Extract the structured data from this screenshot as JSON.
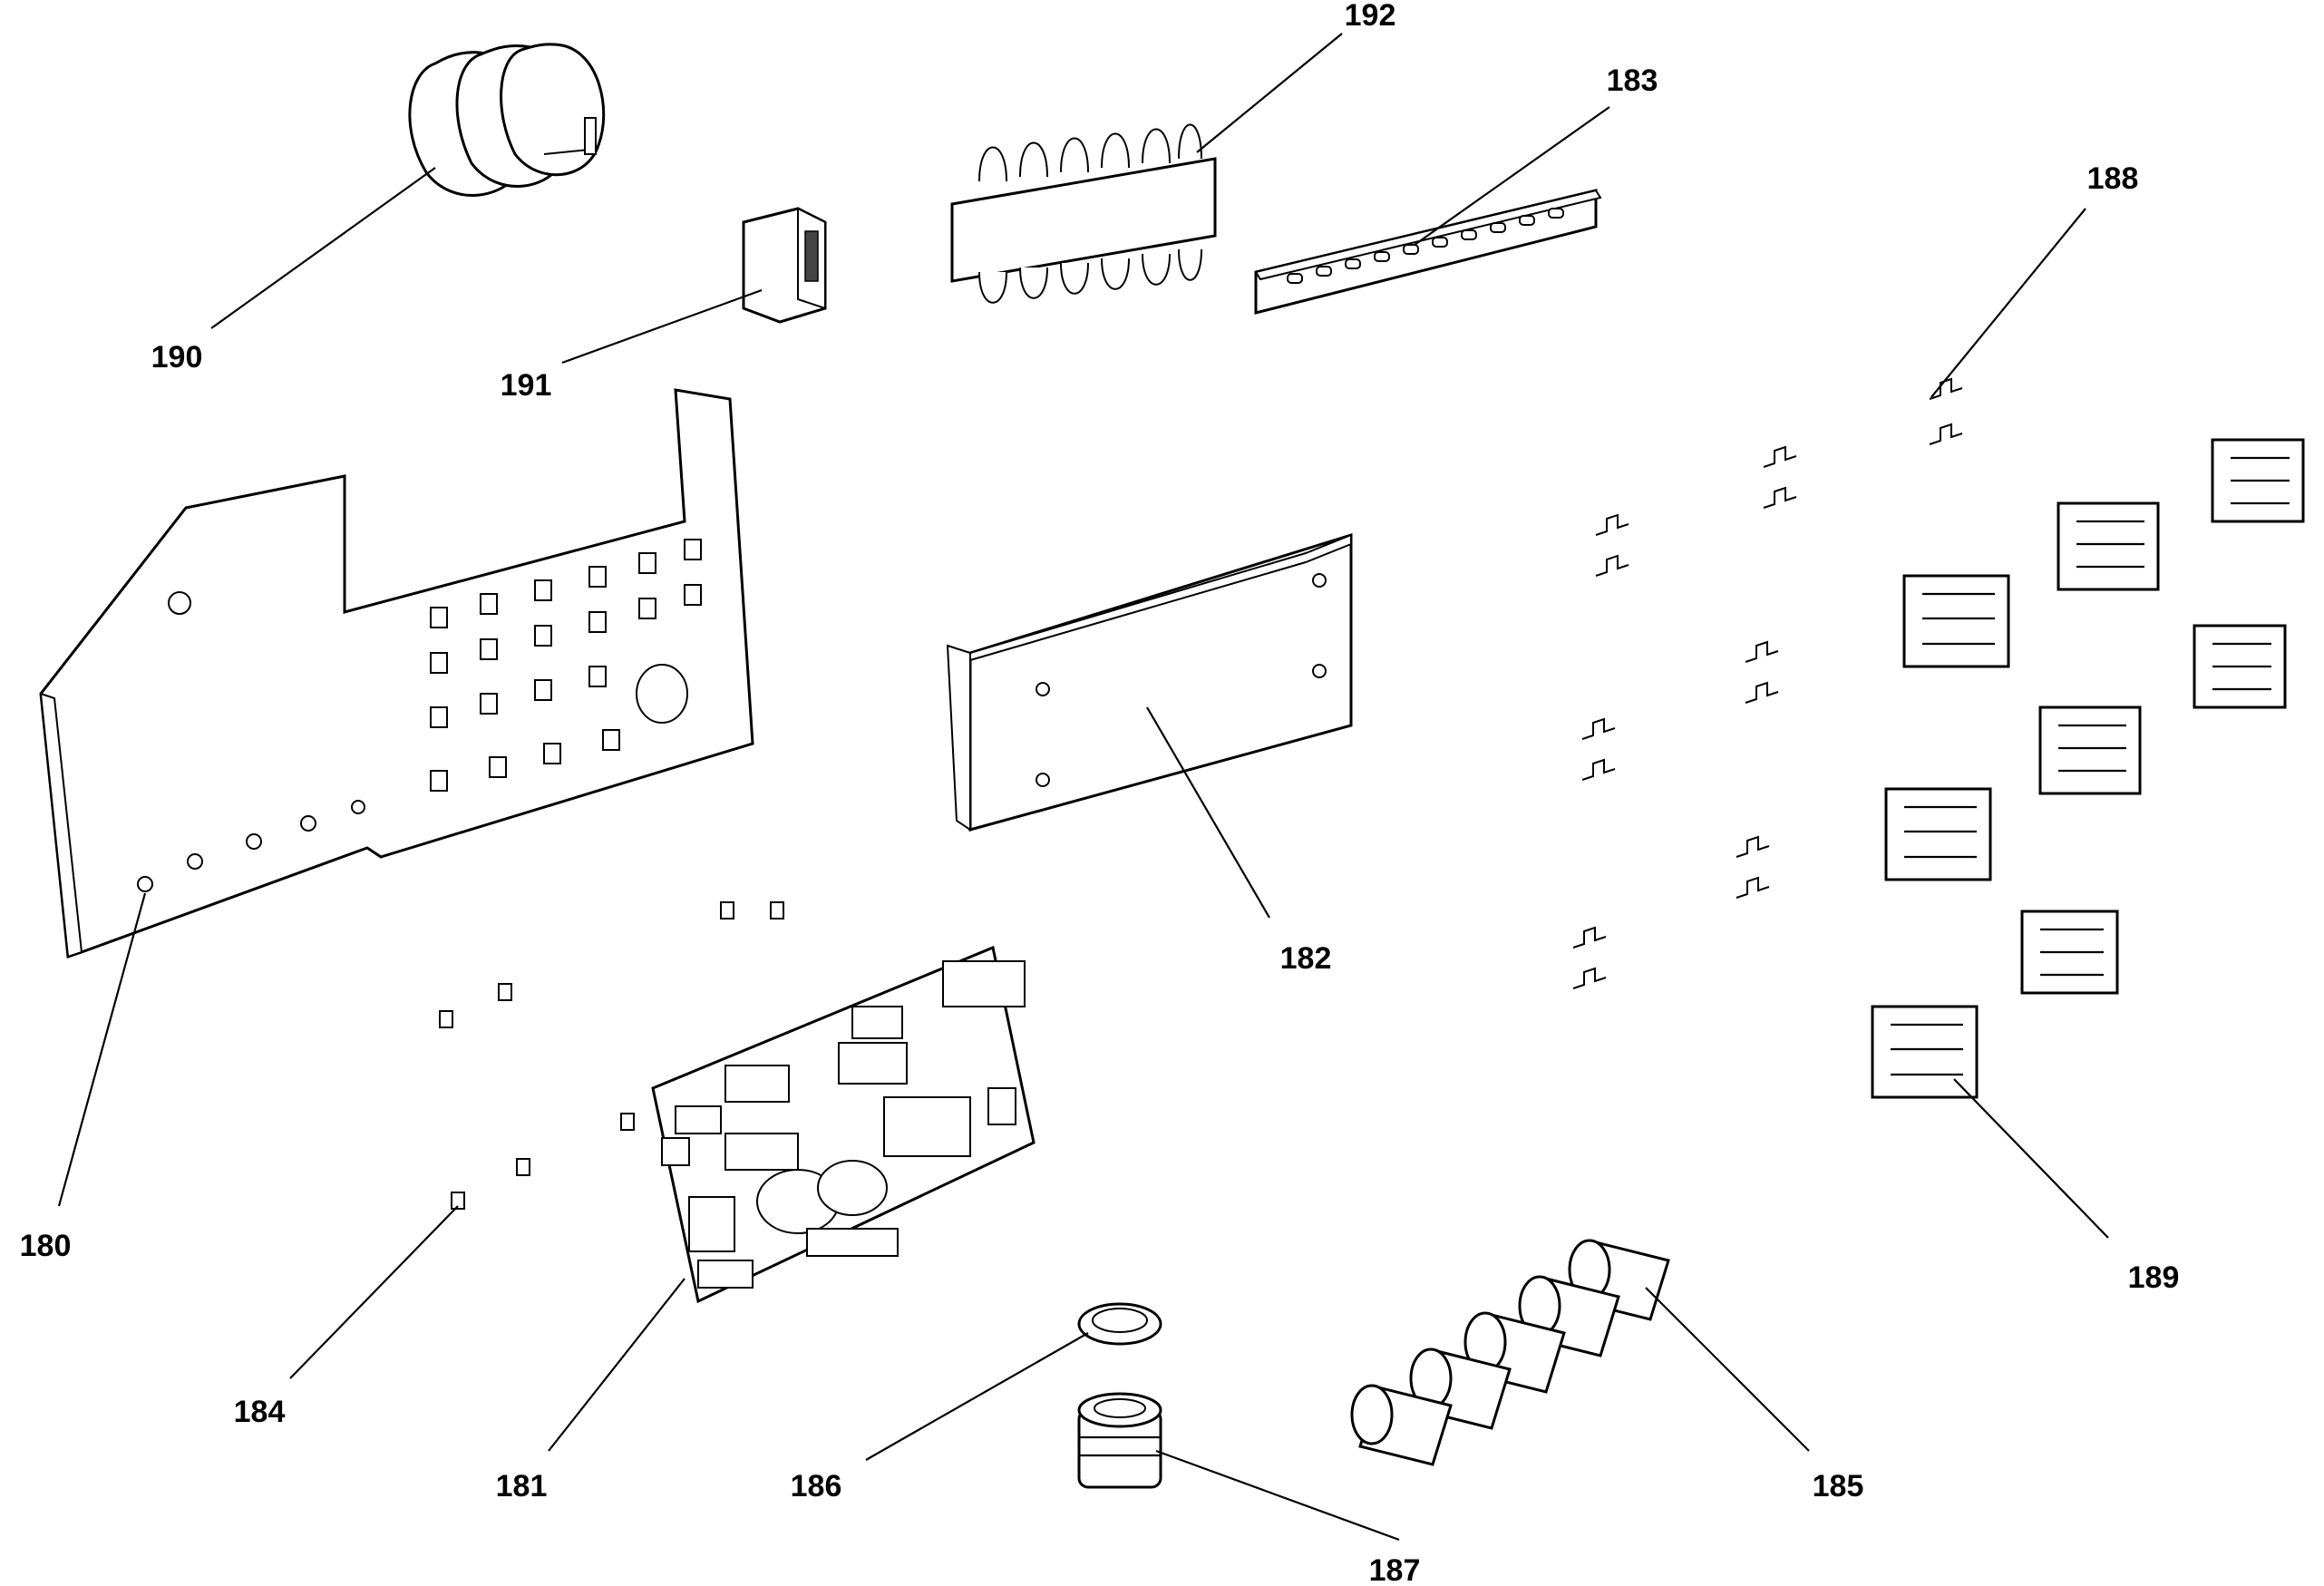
{
  "diagram": {
    "callouts": [
      {
        "id": "180",
        "label": "180"
      },
      {
        "id": "181",
        "label": "181"
      },
      {
        "id": "182",
        "label": "182"
      },
      {
        "id": "183",
        "label": "183"
      },
      {
        "id": "184",
        "label": "184"
      },
      {
        "id": "185",
        "label": "185"
      },
      {
        "id": "186",
        "label": "186"
      },
      {
        "id": "187",
        "label": "187"
      },
      {
        "id": "188",
        "label": "188"
      },
      {
        "id": "189",
        "label": "189"
      },
      {
        "id": "190",
        "label": "190"
      },
      {
        "id": "191",
        "label": "191"
      },
      {
        "id": "192",
        "label": "192"
      }
    ]
  }
}
